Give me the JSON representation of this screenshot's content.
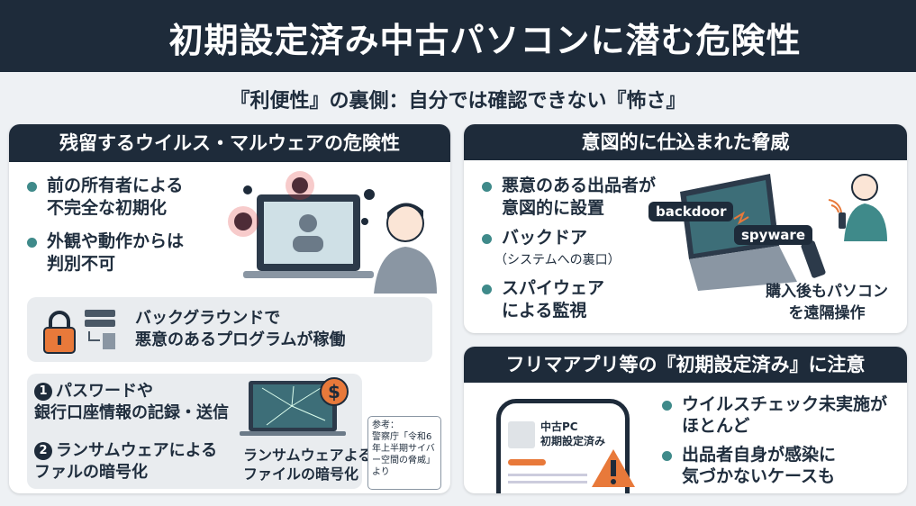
{
  "header": {
    "title": "初期設定済み中古パソコンに潜む危険性",
    "subtitle": "『利便性』の裏側：自分では確認できない『怖さ』"
  },
  "left_panel": {
    "title": "残留するウイルス・マルウェアの危険性",
    "bullets": [
      "前の所有者による\n不完全な初期化",
      "外観や動作からは\n判別不可"
    ],
    "background_box": "バックグラウンドで\n悪意のあるプログラムが稼働",
    "risks": [
      {
        "num": "1",
        "text": "パスワードや\n銀行口座情報の記録・送信"
      },
      {
        "num": "2",
        "text": "ランサムウェアによる\nファルの暗号化"
      }
    ],
    "ransom_caption": "ランサムウェアよる\nファイルの暗号化",
    "dollar": "$",
    "reference_label": "参考：",
    "reference_text": "警察庁「令和6年上半期サイバー空間の脅威」より"
  },
  "right_top_panel": {
    "title": "意図的に仕込まれた脅威",
    "bullets": [
      "悪意のある出品者が\n意図的に設置",
      "バックドア",
      "スパイウェア\nによる監視"
    ],
    "backdoor_note": "（システムへの裏口）",
    "tags": [
      "backdoor",
      "spyware"
    ],
    "remote_text": "購入後もパソコン\nを遠隔操作"
  },
  "right_bottom_panel": {
    "title": "フリマアプリ等の『初期設定済み』に注意",
    "phone_listing": "中古PC\n初期設定済み",
    "bullets": [
      "ウイルスチェック未実施が\nほとんど",
      "出品者自身が感染に\n気づかないケースも"
    ]
  },
  "colors": {
    "navy": "#1e2b3a",
    "teal": "#3f8a8a",
    "orange": "#e8793a",
    "red": "#e03030"
  }
}
